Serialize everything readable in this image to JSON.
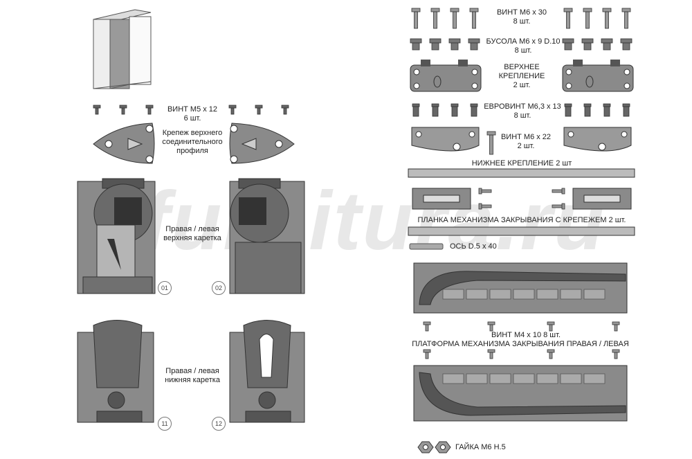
{
  "labels": {
    "screw_m5": "ВИНТ М5 х 12",
    "screw_m5_qty": "6 шт.",
    "top_profile_fastener_1": "Крепеж верхнего",
    "top_profile_fastener_2": "соединительного",
    "top_profile_fastener_3": "профиля",
    "top_carriage_1": "Правая / левая",
    "top_carriage_2": "верхняя каретка",
    "bottom_carriage_1": "Правая / левая",
    "bottom_carriage_2": "нижняя каретка",
    "screw_m6x30": "ВИНТ М6 х 30",
    "screw_m6x30_qty": "8 шт.",
    "bushing": "БУСОЛА М6 х 9 D.10",
    "bushing_qty": "8 шт.",
    "top_mount_1": "ВЕРХНЕЕ",
    "top_mount_2": "КРЕПЛЕНИЕ",
    "top_mount_qty": "2 шт.",
    "euroscrew": "ЕВРОВИНТ М6,3 х 13",
    "euroscrew_qty": "8 шт.",
    "screw_m6x22": "ВИНТ М6 х 22",
    "screw_m6x22_qty": "2 шт.",
    "bottom_mount": "НИЖНЕЕ КРЕПЛЕНИЕ 2 шт",
    "closing_bar": "ПЛАНКА МЕХАНИЗМА ЗАКРЫВАНИЯ С КРЕПЕЖЕМ 2 шт.",
    "axis": "ОСЬ D.5 х 40",
    "screw_m4": "ВИНТ М4 х 10   8 шт.",
    "platform": "ПЛАТФОРМА МЕХАНИЗМА ЗАКРЫВАНИЯ  ПРАВАЯ / ЛЕВАЯ",
    "nut": "ГАЙКА М6 Н.5",
    "watermark": "furnitura.ru"
  },
  "part_numbers": [
    "01",
    "02",
    "11",
    "12"
  ],
  "colors": {
    "part_dark": "#555555",
    "part_mid": "#8a8a8a",
    "part_light": "#b5b5b5",
    "line": "#333333"
  }
}
